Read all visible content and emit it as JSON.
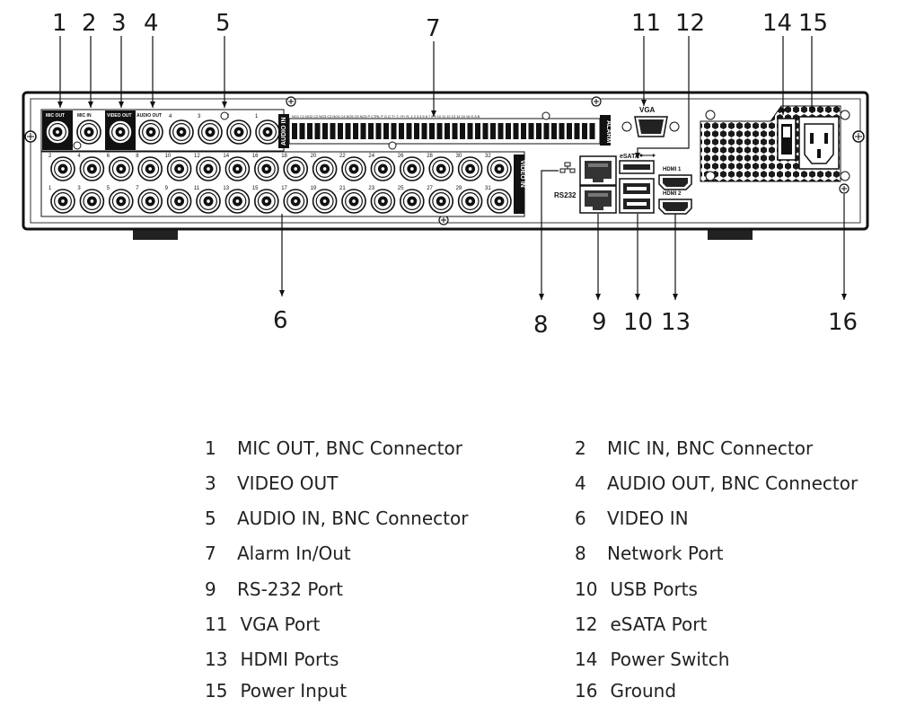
{
  "callouts": [
    "1",
    "2",
    "3",
    "4",
    "5",
    "6",
    "7",
    "8",
    "9",
    "10",
    "11",
    "12",
    "13",
    "14",
    "15",
    "16"
  ],
  "panel_labels": {
    "mic_out": "MIC OUT",
    "mic_in": "MIC IN",
    "video_out": "VIDEO OUT",
    "audio_out": "AUDIO OUT",
    "audio_in": "AUDIO IN",
    "alarm": "ALARM",
    "video_in": "VIDEO IN",
    "vga": "VGA",
    "esata": "eSATA",
    "rs232": "RS232",
    "hdmi1": "HDMI 1",
    "hdmi2": "HDMI 2",
    "alarm_terminals": "NO1 C1 NO2 C2 NO3 C3 NO4 C4 NO5 C5  NC5  P  CTRL P  G  G  T+  T-  R+  R-   1   2   3   4   5   6   7   8   9   10  11  12  13  14  15  16   G   A   B"
  },
  "audio_in_numbers": [
    "4",
    "3",
    "2",
    "1"
  ],
  "video_top_numbers": [
    "2",
    "4",
    "6",
    "8",
    "10",
    "12",
    "14",
    "16",
    "18",
    "20",
    "22",
    "24",
    "26",
    "28",
    "30",
    "32"
  ],
  "video_bottom_numbers": [
    "1",
    "3",
    "5",
    "7",
    "9",
    "11",
    "13",
    "15",
    "17",
    "19",
    "21",
    "23",
    "25",
    "27",
    "29",
    "31"
  ],
  "legend": [
    {
      "num": "1",
      "text": "MIC OUT, BNC Connector"
    },
    {
      "num": "2",
      "text": "MIC IN, BNC Connector"
    },
    {
      "num": "3",
      "text": "VIDEO OUT"
    },
    {
      "num": "4",
      "text": "AUDIO OUT, BNC Connector"
    },
    {
      "num": "5",
      "text": "AUDIO IN, BNC Connector"
    },
    {
      "num": "6",
      "text": "VIDEO IN"
    },
    {
      "num": "7",
      "text": "Alarm In/Out"
    },
    {
      "num": "8",
      "text": "Network Port"
    },
    {
      "num": "9",
      "text": "RS-232 Port"
    },
    {
      "num": "10",
      "text": "USB Ports"
    },
    {
      "num": "11",
      "text": "VGA Port"
    },
    {
      "num": "12",
      "text": "eSATA Port"
    },
    {
      "num": "13",
      "text": "HDMI Ports"
    },
    {
      "num": "14",
      "text": "Power Switch"
    },
    {
      "num": "15",
      "text": "Power Input"
    },
    {
      "num": "16",
      "text": "Ground"
    }
  ]
}
